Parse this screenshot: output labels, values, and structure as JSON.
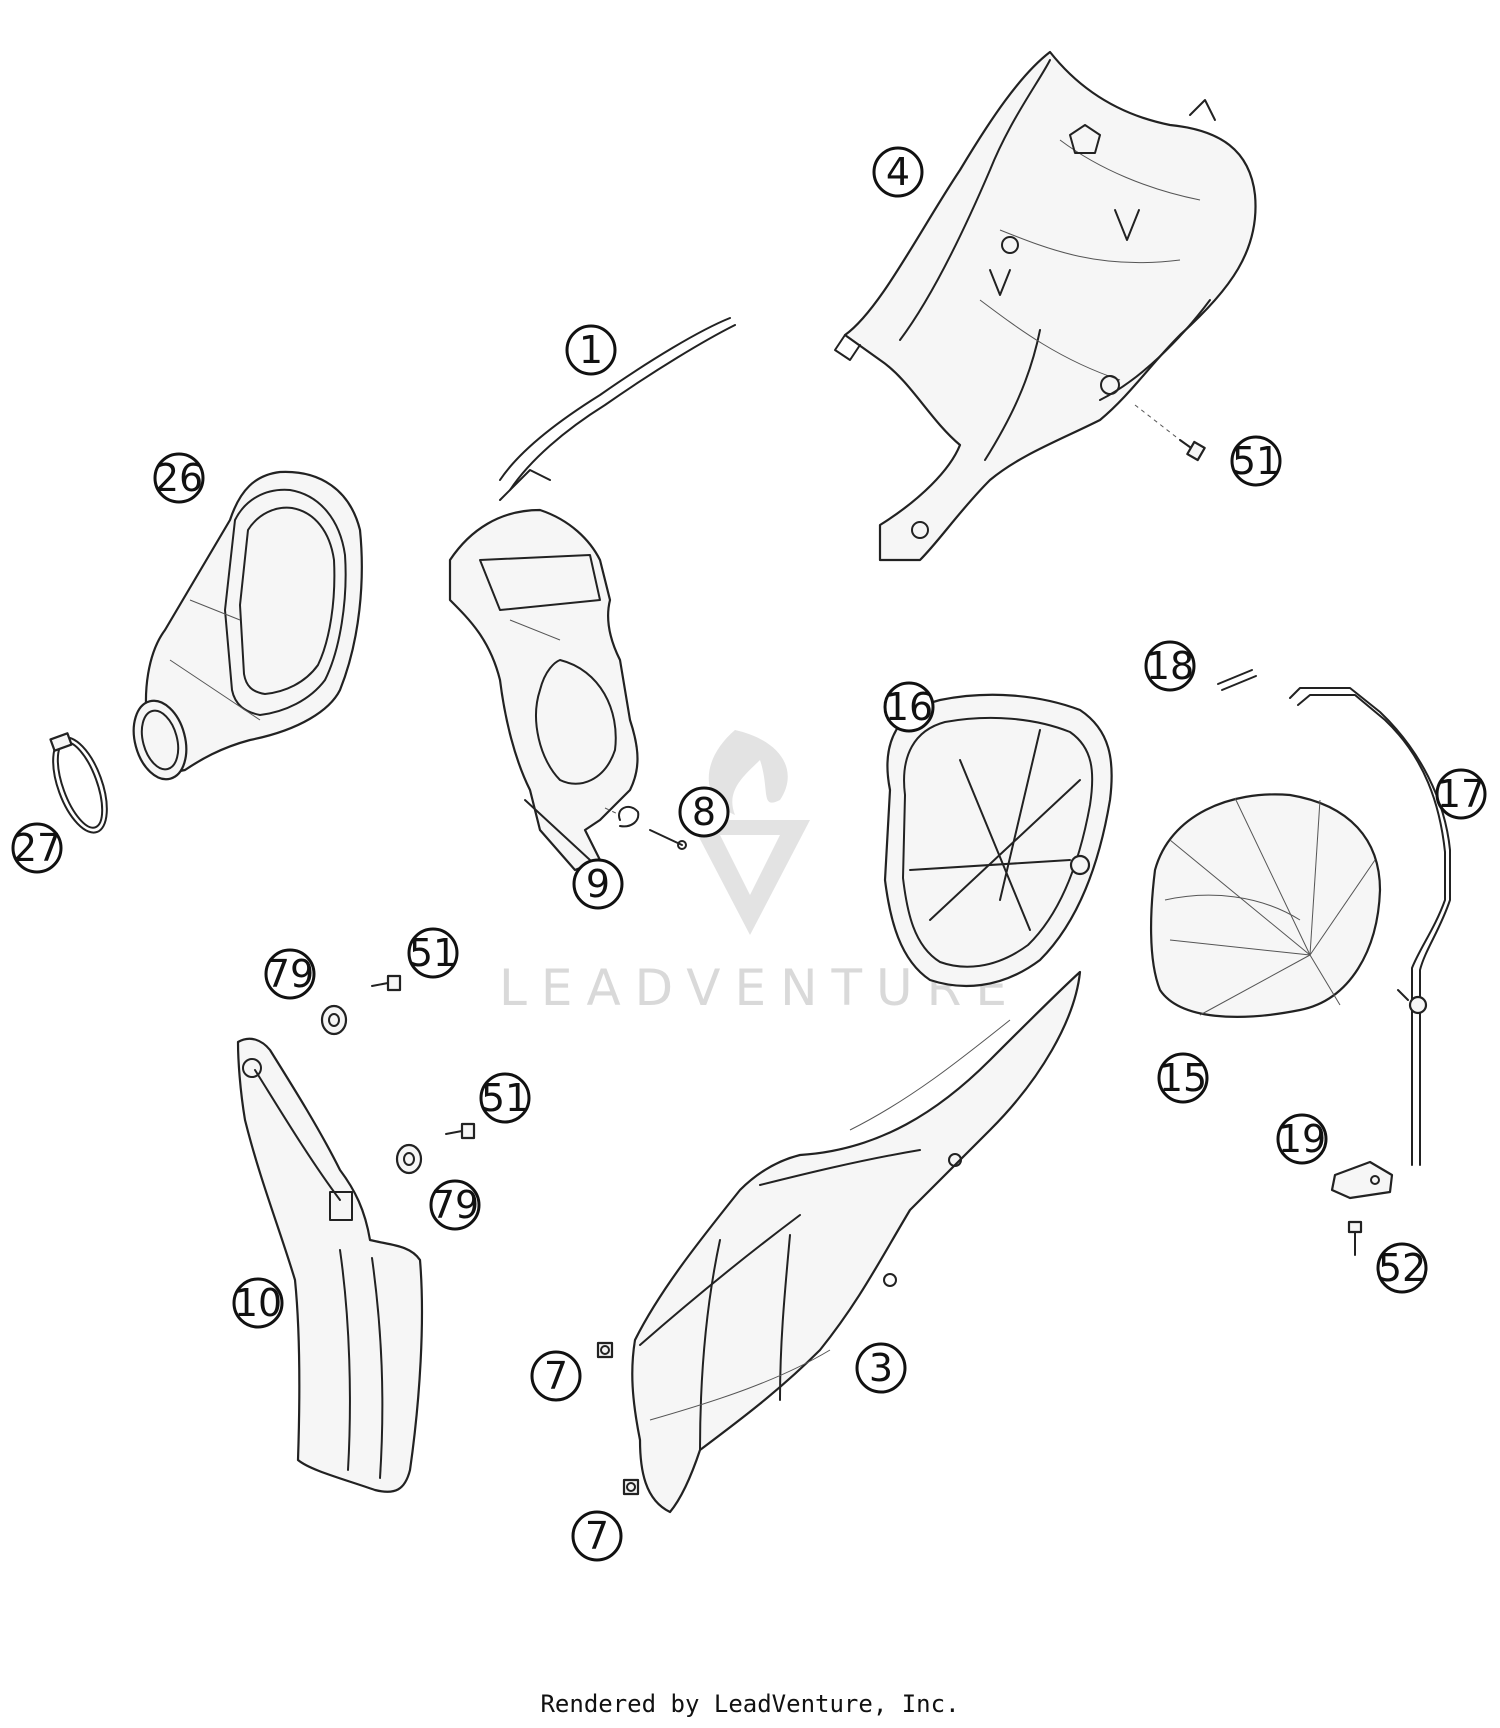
{
  "callouts": {
    "c1": "1",
    "c4": "4",
    "c51a": "51",
    "c26": "26",
    "c27": "27",
    "c8": "8",
    "c9": "9",
    "c16": "16",
    "c18": "18",
    "c17": "17",
    "c15": "15",
    "c79a": "79",
    "c51b": "51",
    "c51c": "51",
    "c79b": "79",
    "c10": "10",
    "c19": "19",
    "c52": "52",
    "c7a": "7",
    "c3": "3",
    "c7b": "7"
  },
  "watermark": {
    "text": "LEADVENTURE"
  },
  "footer": {
    "text": "Rendered by LeadVenture, Inc."
  }
}
